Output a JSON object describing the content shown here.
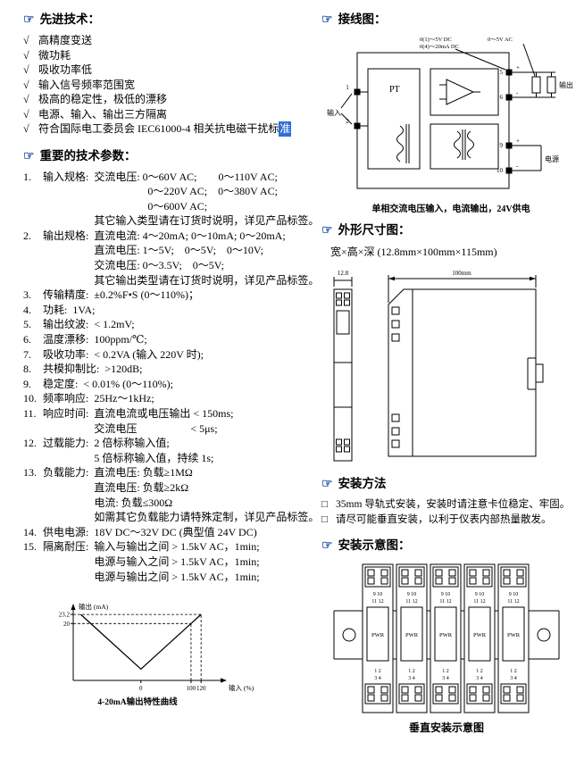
{
  "icons": {
    "hand": "☞",
    "check": "√",
    "box": "□"
  },
  "colors": {
    "accent": "#2b57a7",
    "highlight": "#2e6fd4",
    "text": "#000000",
    "bg": "#ffffff"
  },
  "features": {
    "title": "先进技术：",
    "items": [
      "高精度变送",
      "微功耗",
      "吸收功率低",
      "输入信号频率范围宽",
      "极高的稳定性，极低的漂移",
      "电源、输入、输出三方隔离",
      "符合国际电工委员会 IEC61000-4 相关抗电磁干扰标"
    ],
    "highlight_char": "准"
  },
  "specs": {
    "title": "重要的技术参数：",
    "items": [
      {
        "num": "1.",
        "label": "输入规格:",
        "lines": [
          "交流电压: 0～60V AC;　　0～110V AC;",
          "　　　　　0～220V AC;　0～380V AC;",
          "　　　　　0～600V AC;",
          "其它输入类型请在订货时说明，详见产品标签。"
        ]
      },
      {
        "num": "2.",
        "label": "输出规格:",
        "lines": [
          "直流电流: 4～20mA; 0～10mA; 0～20mA;",
          "直流电压: 1～5V;　0～5V;　0～10V;",
          "交流电压: 0～3.5V;　0～5V;",
          "其它输出类型请在订货时说明，详见产品标签。"
        ]
      },
      {
        "num": "3.",
        "label": "传输精度:",
        "lines": [
          "±0.2%F•S (0～110%)；"
        ]
      },
      {
        "num": "4.",
        "label": "功耗:",
        "lines": [
          "1VA;"
        ]
      },
      {
        "num": "5.",
        "label": "输出纹波:",
        "lines": [
          "< 1.2mV;"
        ]
      },
      {
        "num": "6.",
        "label": "温度漂移:",
        "lines": [
          "100ppm/℃;"
        ]
      },
      {
        "num": "7.",
        "label": "吸收功率:",
        "lines": [
          "< 0.2VA (输入 220V 时);"
        ]
      },
      {
        "num": "8.",
        "label": "共模抑制比:",
        "lines": [
          ">120dB;"
        ]
      },
      {
        "num": "9.",
        "label": "稳定度:",
        "lines": [
          "< 0.01% (0～110%);"
        ]
      },
      {
        "num": "10.",
        "label": "频率响应:",
        "lines": [
          "25Hz～1kHz;"
        ]
      },
      {
        "num": "11.",
        "label": "响应时间:",
        "lines": [
          "直流电流或电压输出 < 150ms;",
          "交流电压　　　　　< 5μs;"
        ]
      },
      {
        "num": "12.",
        "label": "过载能力:",
        "lines": [
          "2 倍标称输入值;",
          "5 倍标称输入值，持续 1s;"
        ]
      },
      {
        "num": "13.",
        "label": "负载能力:",
        "lines": [
          "直流电压: 负载≥1MΩ",
          "直流电压: 负载≥2kΩ",
          "电流: 负载≤300Ω",
          "如需其它负载能力请特殊定制，详见产品标签。"
        ]
      },
      {
        "num": "14.",
        "label": "供电电源:",
        "lines": [
          "18V DC～32V DC (典型值 24V DC)"
        ]
      },
      {
        "num": "15.",
        "label": "隔离耐压:",
        "lines": [
          "输入与输出之间 > 1.5kV AC，1min;",
          "电源与输入之间 > 1.5kV AC，1min;",
          "电源与输出之间 > 1.5kV AC，1min;"
        ]
      }
    ]
  },
  "chart_data": {
    "type": "line",
    "title": "4-20mA输出特性曲线",
    "xlabel": "输入 (%)",
    "ylabel": "输出 (mA)",
    "x_range": [
      -135,
      150
    ],
    "y_range": [
      0,
      27
    ],
    "x_ticks": [
      {
        "v": 0,
        "label": "0"
      },
      {
        "v": 100,
        "label": "100"
      },
      {
        "v": 120,
        "label": "120"
      }
    ],
    "y_ticks": [
      {
        "v": 20,
        "label": "20"
      },
      {
        "v": 23.2,
        "label": "23.2"
      }
    ],
    "series": [
      {
        "name": "输出特性",
        "points": [
          [
            -120,
            23.2
          ],
          [
            0,
            4
          ],
          [
            100,
            20
          ],
          [
            120,
            23.2
          ]
        ]
      }
    ],
    "guides": [
      {
        "x": 100,
        "y": 20
      },
      {
        "x": 120,
        "y": 23.2
      }
    ],
    "grid": false,
    "legend": "none",
    "caption": "4-20mA输出特性曲线"
  },
  "wiring": {
    "title": "接线图：",
    "caption": "单相交流电压输入，电流输出，24V供电",
    "labels": {
      "pt": "PT",
      "t1": "1",
      "t2": "2",
      "t5": "5",
      "t6": "6",
      "t9": "9",
      "t10": "10",
      "plus": "+",
      "minus": "-",
      "input": "输入",
      "output": "输出",
      "power": "电源",
      "out_dc": "0(1)～5V DC",
      "out_dc2": "0(4)～20mA DC",
      "out_ac": "0～5V AC"
    }
  },
  "dims": {
    "title": "外形尺寸图：",
    "size_line": "宽×高×深 (12.8mm×100mm×115mm)",
    "strip_dim": "12.8",
    "top_dim": "100mm"
  },
  "methods": {
    "title": "安装方法",
    "items": [
      "35mm 导轨式安装，安装时请注意卡位稳定、牢固。",
      "请尽可能垂直安装，以利于仪表内部热量散发。"
    ]
  },
  "install": {
    "title": "安装示意图：",
    "caption": "垂直安装示意图",
    "module": {
      "top1": "9 10",
      "top2": "11 12",
      "body": "PWR",
      "bot1": "1 2",
      "bot2": "3 4"
    }
  }
}
